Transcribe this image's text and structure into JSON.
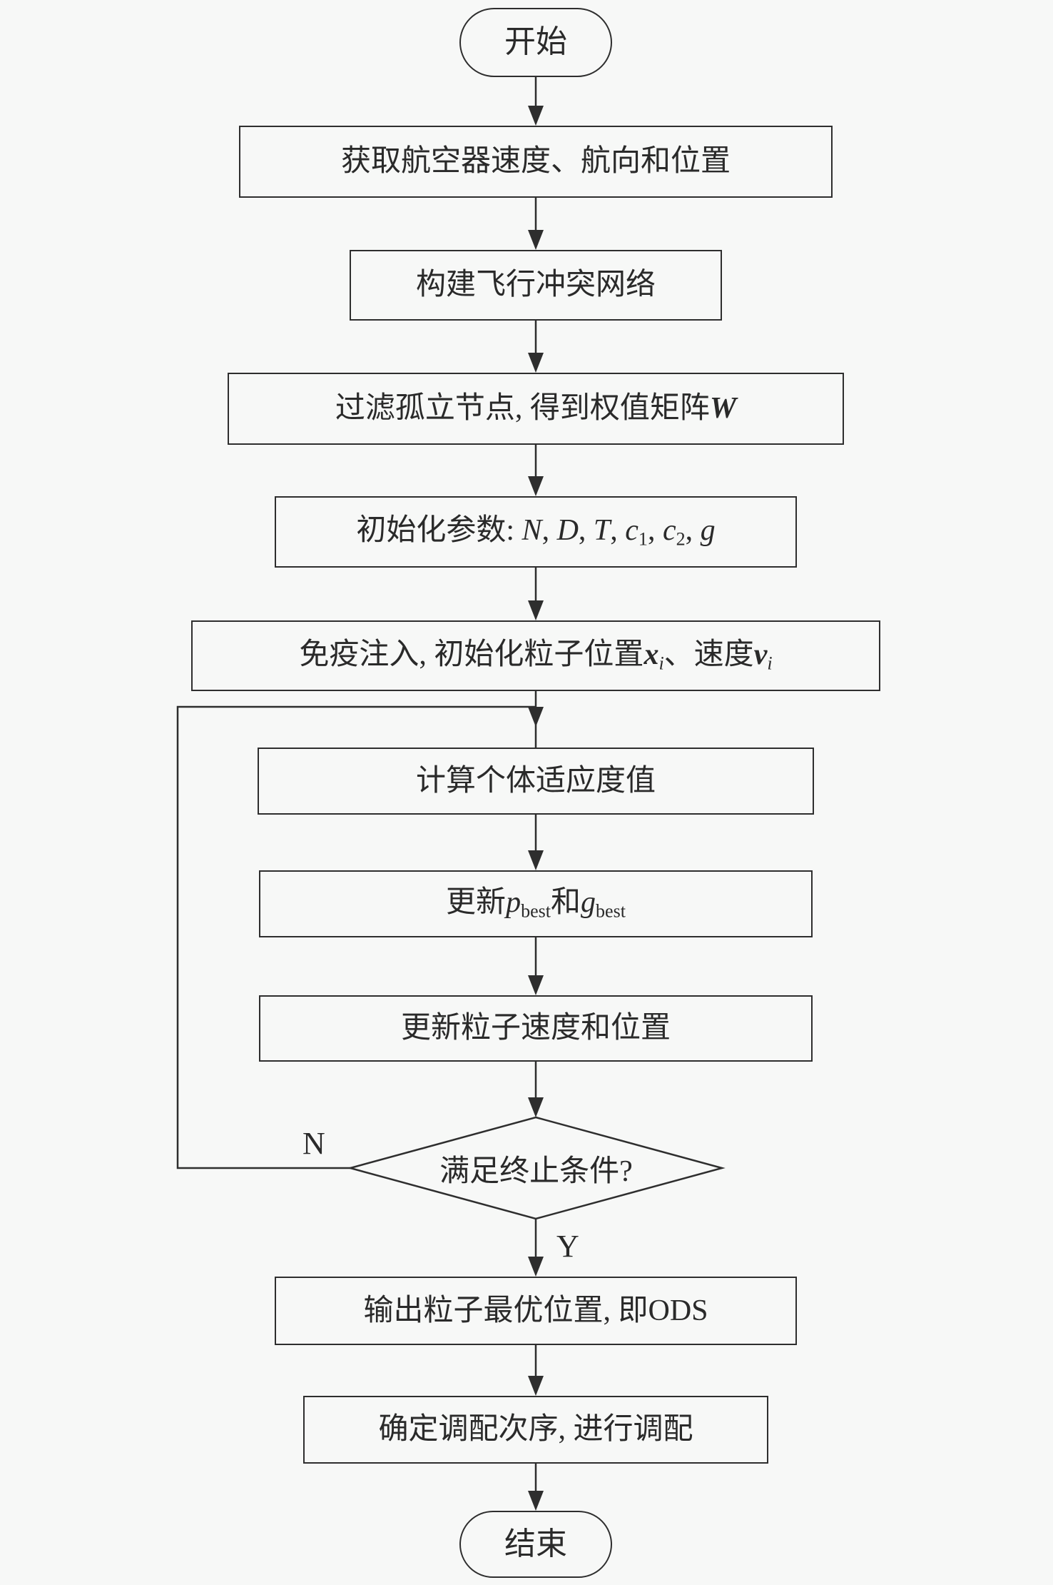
{
  "meta": {
    "background_color": "#f7f8f7",
    "line_color": "#2e2e2e",
    "text_color": "#2a2a2a"
  },
  "nodes": {
    "start": {
      "label": "开始"
    },
    "acquire": {
      "label": "获取航空器速度、航向和位置"
    },
    "build_network": {
      "label": "构建飞行冲突网络"
    },
    "filter_nodes": {
      "prefix": "过滤孤立节点, 得到权值矩阵",
      "matrix": "W"
    },
    "init_params": {
      "prefix": "初始化参数: ",
      "p1": "N",
      "p2": "D",
      "p3": "T",
      "p4": "c",
      "p4sub": "1",
      "p5": "c",
      "p5sub": "2",
      "p6": "g",
      "sep": ", "
    },
    "immune_init": {
      "prefix": "免疫注入, 初始化粒子位置",
      "v1": "x",
      "v1sub": "i",
      "mid": "、速度",
      "v2": "v",
      "v2sub": "i"
    },
    "fitness": {
      "label": "计算个体适应度值"
    },
    "update_best": {
      "prefix": "更新",
      "v1": "p",
      "v1sub": "best",
      "mid": "和",
      "v2": "g",
      "v2sub": "best"
    },
    "update_particles": {
      "label": "更新粒子速度和位置"
    },
    "termination": {
      "label": "满足终止条件?"
    },
    "output_ods": {
      "label": "输出粒子最优位置, 即ODS"
    },
    "allocate": {
      "label": "确定调配次序, 进行调配"
    },
    "end": {
      "label": "结束"
    }
  },
  "edges": {
    "no_label": "N",
    "yes_label": "Y"
  }
}
